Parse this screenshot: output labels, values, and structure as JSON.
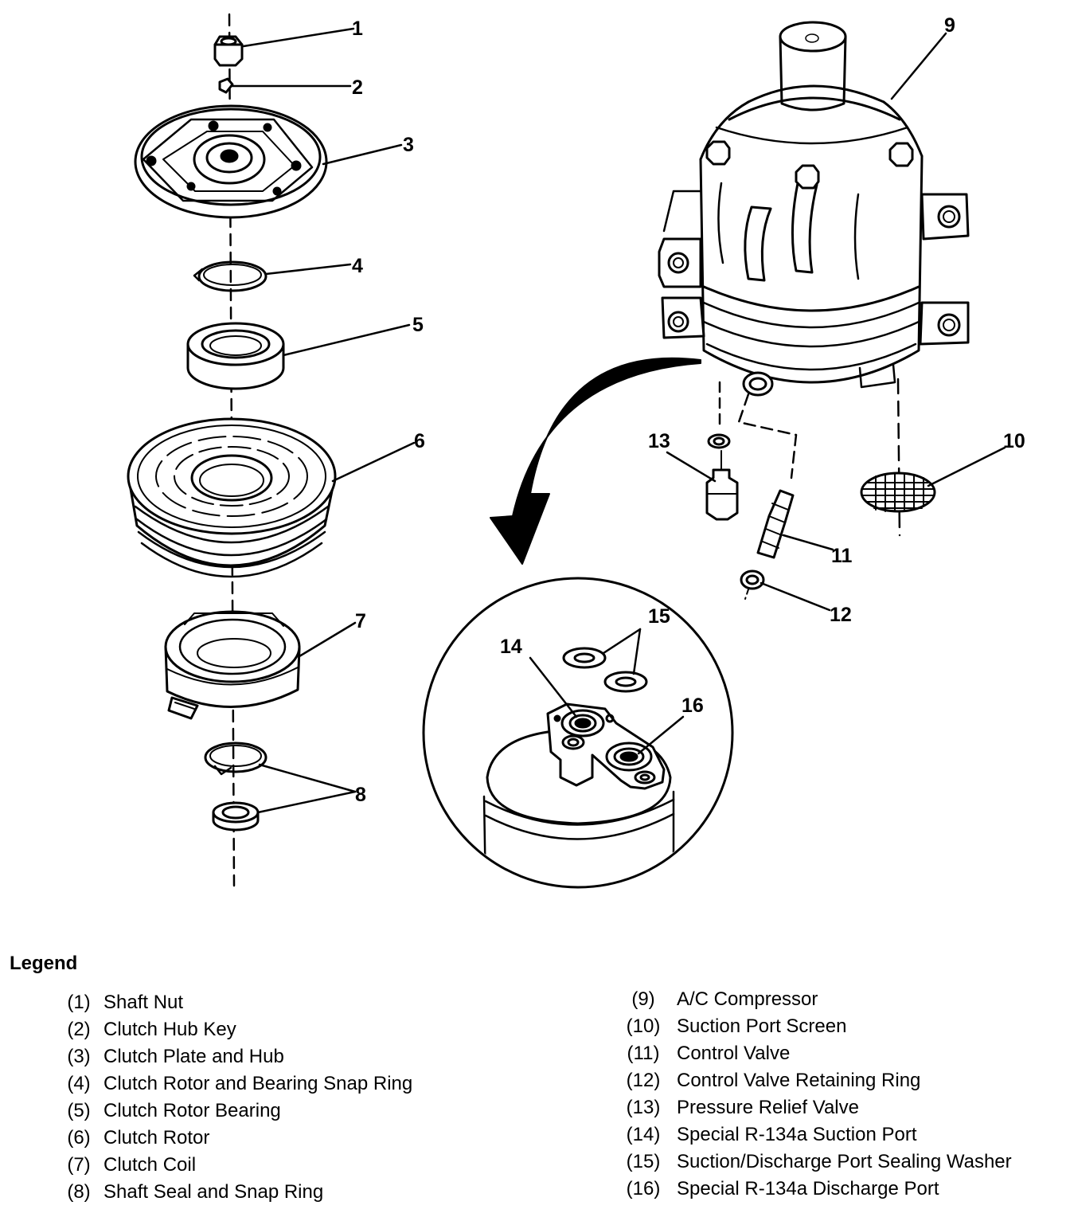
{
  "callouts": [
    "1",
    "2",
    "3",
    "4",
    "5",
    "6",
    "7",
    "8",
    "9",
    "10",
    "11",
    "12",
    "13",
    "14",
    "15",
    "16"
  ],
  "legend": {
    "title": "Legend",
    "left": [
      {
        "num": "(1)",
        "label": "Shaft Nut"
      },
      {
        "num": "(2)",
        "label": "Clutch Hub Key"
      },
      {
        "num": "(3)",
        "label": "Clutch Plate and Hub"
      },
      {
        "num": "(4)",
        "label": "Clutch Rotor and Bearing Snap Ring"
      },
      {
        "num": "(5)",
        "label": "Clutch Rotor Bearing"
      },
      {
        "num": "(6)",
        "label": "Clutch Rotor"
      },
      {
        "num": "(7)",
        "label": "Clutch Coil"
      },
      {
        "num": "(8)",
        "label": "Shaft Seal and Snap Ring"
      }
    ],
    "right": [
      {
        "num": "(9)",
        "label": "A/C Compressor"
      },
      {
        "num": "(10)",
        "label": "Suction Port Screen"
      },
      {
        "num": "(11)",
        "label": "Control Valve"
      },
      {
        "num": "(12)",
        "label": "Control Valve Retaining Ring"
      },
      {
        "num": "(13)",
        "label": "Pressure Relief Valve"
      },
      {
        "num": "(14)",
        "label": "Special R-134a Suction Port"
      },
      {
        "num": "(15)",
        "label": "Suction/Discharge Port Sealing Washer"
      },
      {
        "num": "(16)",
        "label": "Special R-134a Discharge Port"
      }
    ]
  }
}
